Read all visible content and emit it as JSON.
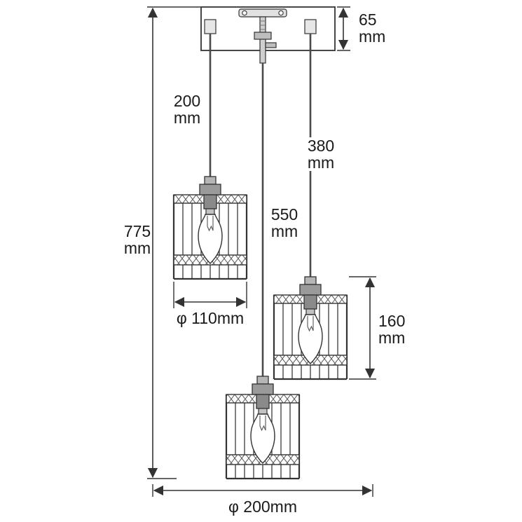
{
  "diagram": {
    "type": "technical-dimension-drawing",
    "subject": "3-light pendant ceiling lamp with caged cylindrical shades",
    "labels": {
      "overall_height_value": "775",
      "overall_height_unit": "mm",
      "canopy_height_value": "65",
      "canopy_height_unit": "mm",
      "cord_left_value": "200",
      "cord_left_unit": "mm",
      "cord_middle_value": "550",
      "cord_middle_unit": "mm",
      "cord_right_value": "380",
      "cord_right_unit": "mm",
      "shade_height_value": "160",
      "shade_height_unit": "mm",
      "shade_diameter_label": "φ 110mm",
      "overall_diameter_label": "φ 200mm"
    },
    "colors": {
      "line": "#333333",
      "cord": "#4a4a4a",
      "metal_light": "#e2e2e2",
      "metal_mid": "#b5b5b5",
      "metal_dark": "#8a8a8a",
      "text": "#1a1a1a",
      "background": "#ffffff"
    }
  }
}
